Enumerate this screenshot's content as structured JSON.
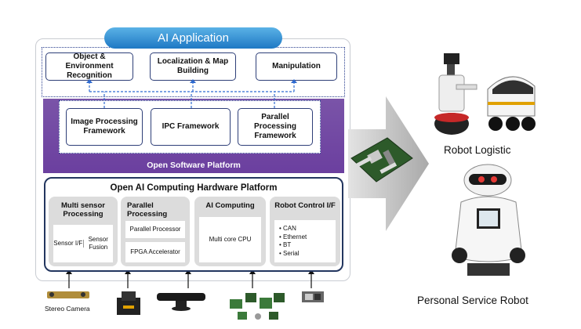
{
  "ai_application": {
    "title": "AI Application",
    "boxes": [
      "Object & Environment Recognition",
      "Localization & Map Building",
      "Manipulation"
    ]
  },
  "software_platform": {
    "title": "Open Software Platform",
    "boxes": [
      "Image Processing Framework",
      "IPC Framework",
      "Parallel Processing Framework"
    ]
  },
  "hardware_platform": {
    "title": "Open AI Computing Hardware Platform",
    "columns": [
      {
        "title": "Multi sensor Processing",
        "items": [
          "Sensor I/F",
          "Sensor Fusion"
        ]
      },
      {
        "title": "Parallel Processing",
        "items": [
          "Parallel Processor",
          "FPGA Accelerator"
        ]
      },
      {
        "title": "AI Computing",
        "items": [
          "Multi core CPU"
        ]
      },
      {
        "title": "Robot  Control I/F",
        "items": [
          "CAN",
          "Ethernet",
          "BT",
          "Serial"
        ]
      }
    ]
  },
  "sensors": {
    "stereo_camera": "Stereo Camera"
  },
  "robots": {
    "logistic": "Robot Logistic",
    "personal": "Personal Service Robot"
  },
  "colors": {
    "ai_title": "#2f8fd6",
    "software_band": "#6e44a0",
    "box_border": "#2e3f78",
    "arrow": "#2f6bd0"
  }
}
